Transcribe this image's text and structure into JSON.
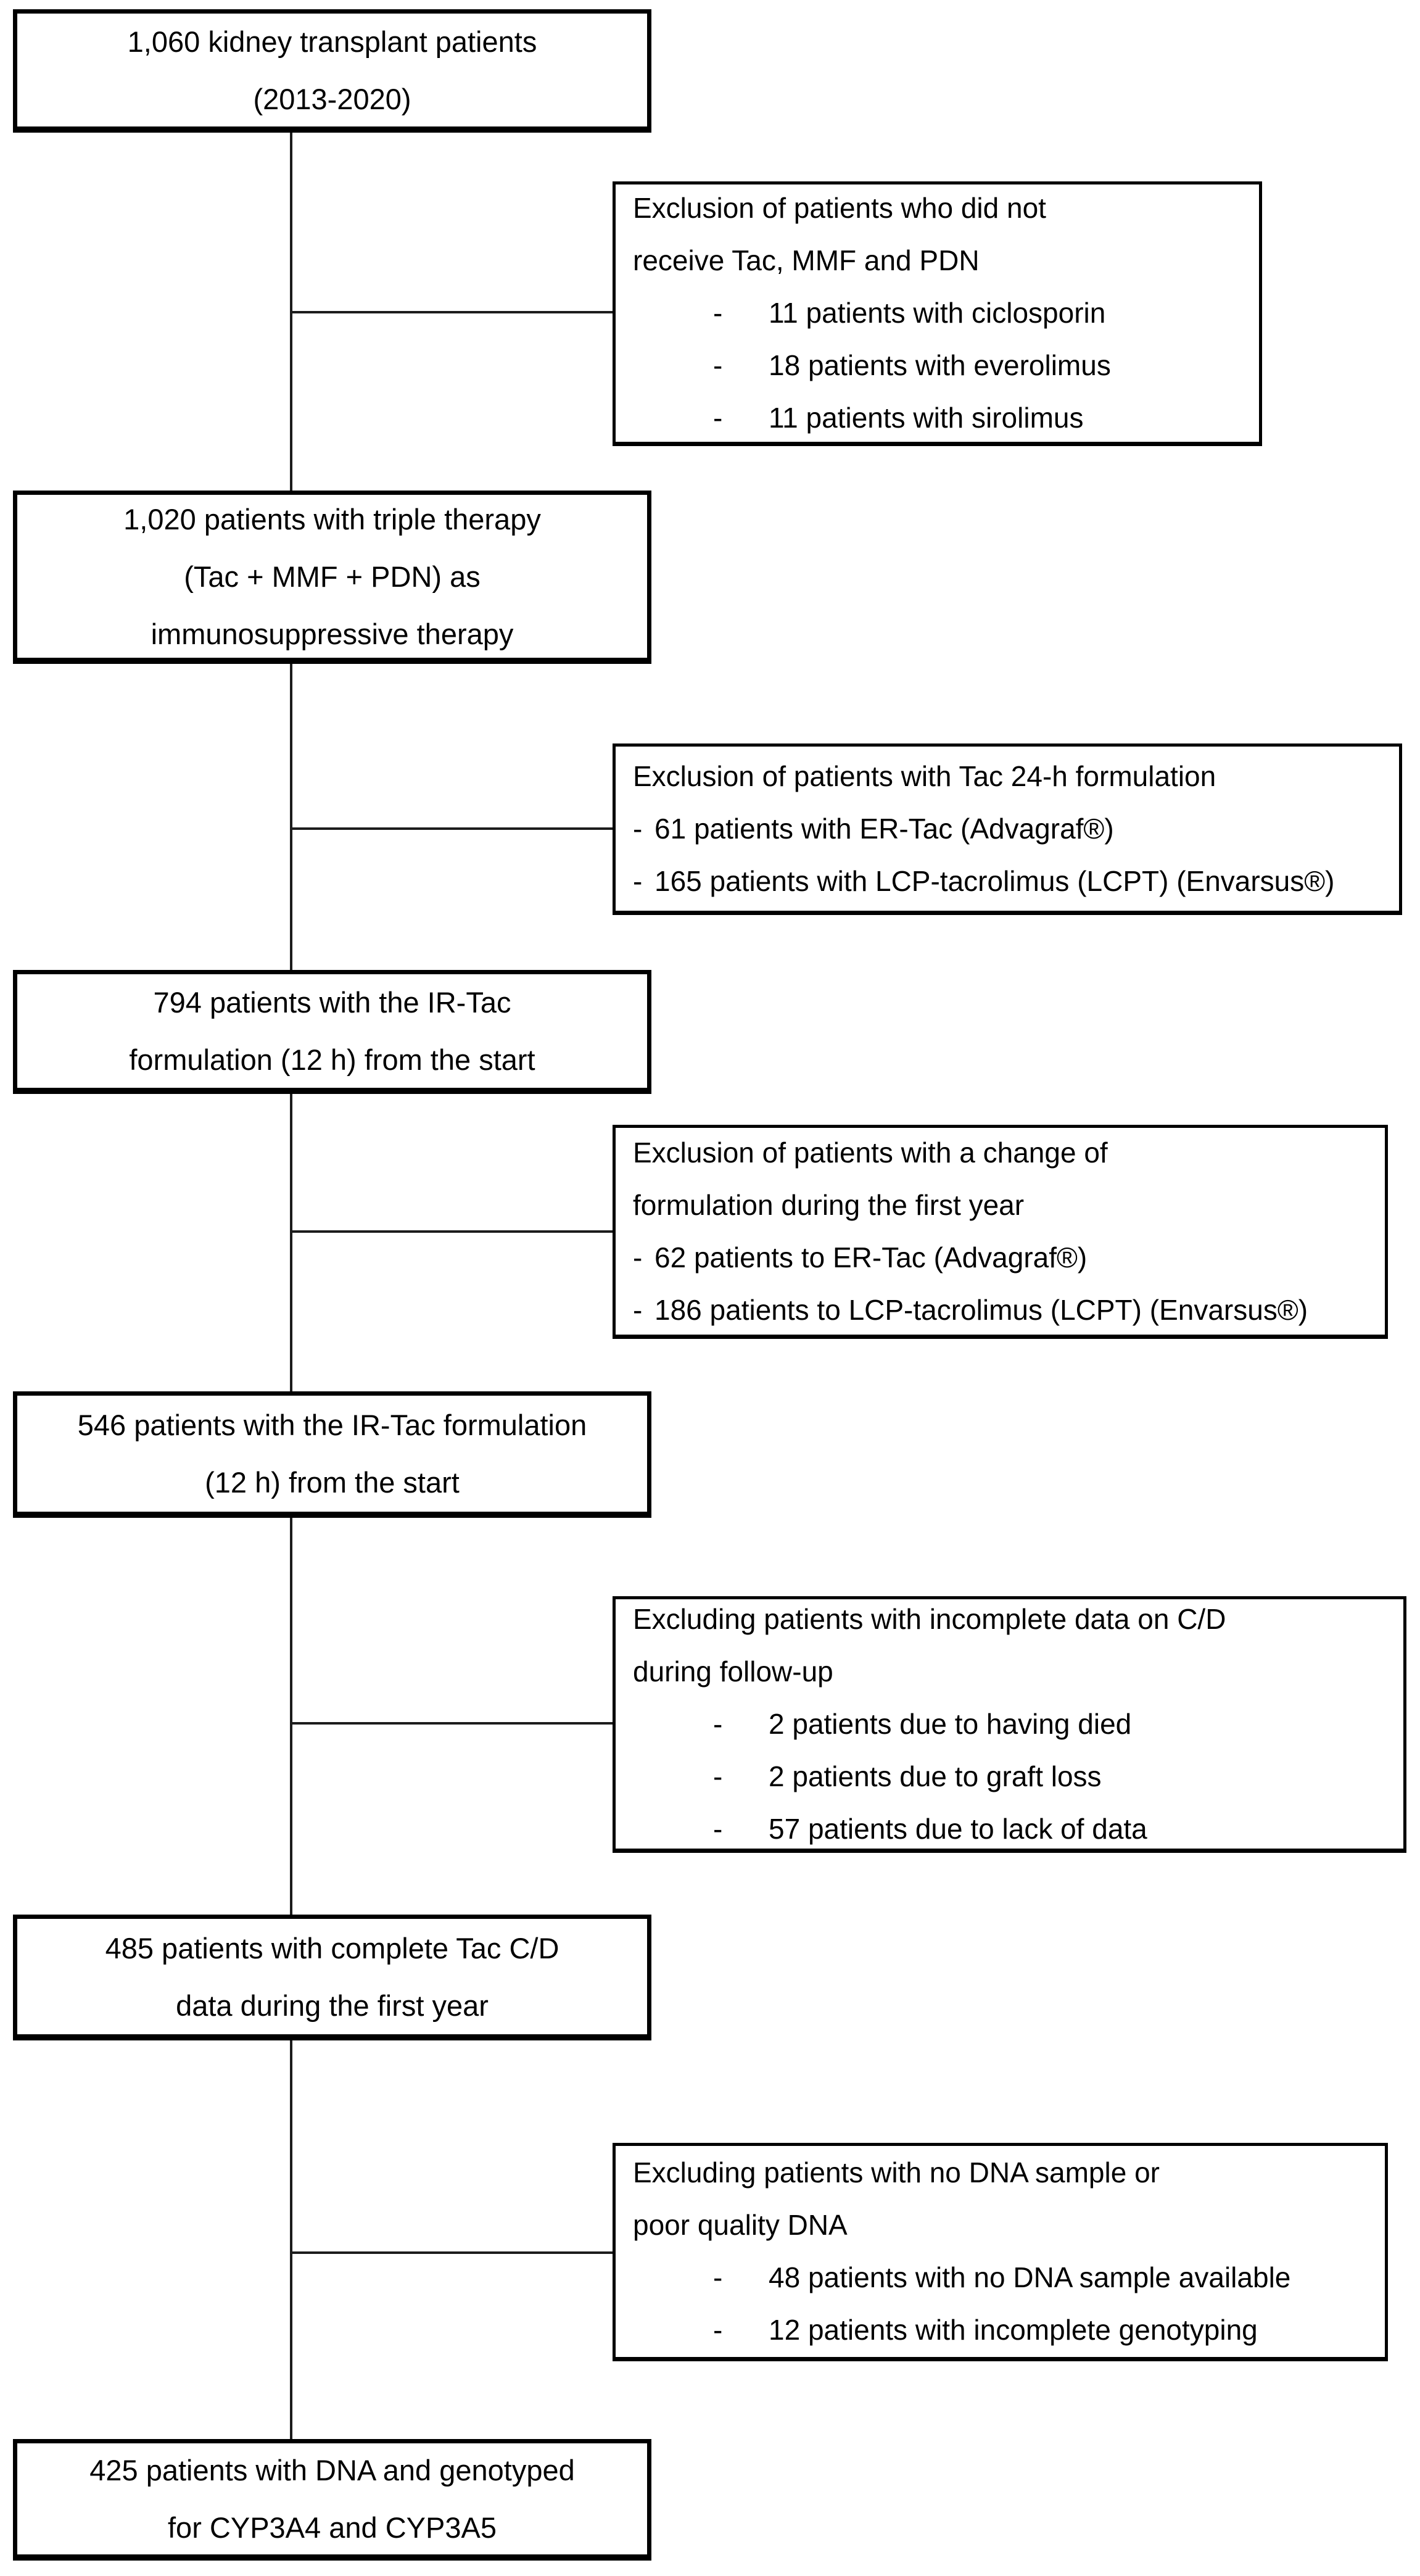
{
  "diagram": {
    "bullet_marker": "-",
    "colors": {
      "background": "#ffffff",
      "border": "#000000",
      "text": "#000000",
      "connector_line": "#1c1c1c"
    },
    "main_boxes": [
      {
        "lines": [
          "1,060 kidney transplant patients",
          "(2013-2020)"
        ]
      },
      {
        "lines": [
          "1,020 patients with triple therapy",
          "(Tac + MMF + PDN) as",
          "immunosuppressive therapy"
        ]
      },
      {
        "lines": [
          "794 patients with the IR-Tac",
          "formulation (12 h) from the start"
        ]
      },
      {
        "lines": [
          "546 patients with the IR-Tac formulation",
          "(12 h) from the start"
        ]
      },
      {
        "lines": [
          "485 patients with complete Tac C/D",
          "data during the first year"
        ]
      },
      {
        "lines": [
          "425 patients with DNA and genotyped",
          "for CYP3A4 and CYP3A5"
        ]
      }
    ],
    "exclusion_boxes": [
      {
        "header_lines": [
          "Exclusion of patients who did not",
          "receive Tac, MMF and PDN"
        ],
        "bullets": [
          "11 patients with ciclosporin",
          "18 patients with everolimus",
          "11 patients with sirolimus"
        ]
      },
      {
        "header_lines": [
          "Exclusion of patients with Tac 24-h formulation"
        ],
        "bullets": [
          "61 patients with ER-Tac (Advagraf®)",
          "165 patients with LCP-tacrolimus (LCPT) (Envarsus®)"
        ]
      },
      {
        "header_lines": [
          "Exclusion of patients with a change of",
          "formulation during the first year"
        ],
        "bullets": [
          "62 patients to ER-Tac (Advagraf®)",
          "186 patients to LCP-tacrolimus (LCPT) (Envarsus®)"
        ]
      },
      {
        "header_lines": [
          "Excluding patients with incomplete data on C/D",
          "during follow-up"
        ],
        "bullets": [
          "2 patients due to having died",
          "2 patients due to graft loss",
          "57 patients due to lack of data"
        ]
      },
      {
        "header_lines": [
          "Excluding patients with no DNA sample or",
          "poor quality DNA"
        ],
        "bullets": [
          "48 patients with no DNA sample available",
          "12 patients with incomplete genotyping"
        ]
      }
    ]
  }
}
